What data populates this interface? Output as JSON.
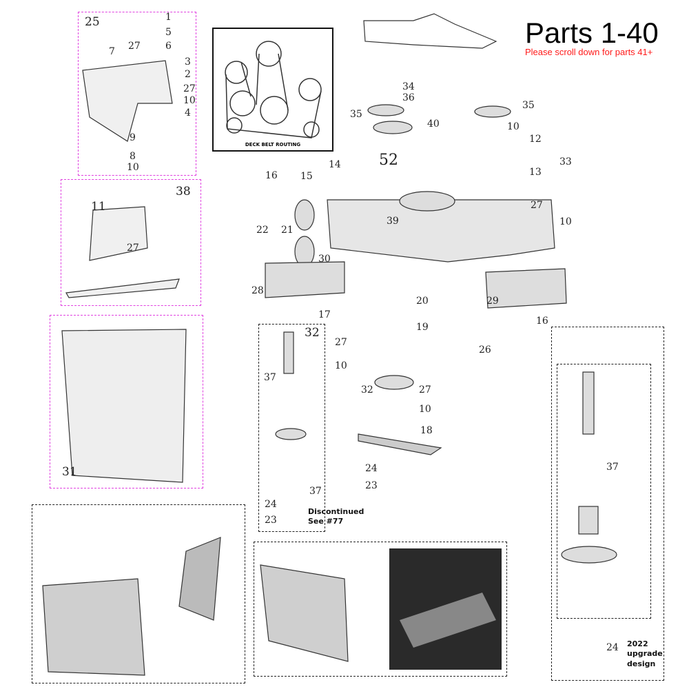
{
  "header": {
    "title": "Parts 1-40",
    "subtitle": "Please scroll down for parts 41+",
    "subtitle_color": "#ff1a1a"
  },
  "belt_routing": {
    "caption": "DECK BELT ROUTING"
  },
  "notes": {
    "discontinued_line1": "Discontinued",
    "discontinued_line2": "See #77",
    "upgrade_line1": "2022",
    "upgrade_line2": "upgrade",
    "upgrade_line3": "design"
  },
  "labels": [
    "25",
    "1",
    "5",
    "27",
    "6",
    "7",
    "3",
    "2",
    "27",
    "10",
    "4",
    "9",
    "8",
    "10",
    "38",
    "11",
    "27",
    "31",
    "34",
    "36",
    "35",
    "40",
    "35",
    "10",
    "12",
    "33",
    "13",
    "14",
    "52",
    "16",
    "15",
    "22",
    "21",
    "39",
    "27",
    "10",
    "30",
    "28",
    "29",
    "20",
    "17",
    "16",
    "19",
    "32",
    "27",
    "10",
    "26",
    "37",
    "32",
    "27",
    "10",
    "18",
    "24",
    "23",
    "37",
    "24",
    "23",
    "37",
    "24"
  ]
}
